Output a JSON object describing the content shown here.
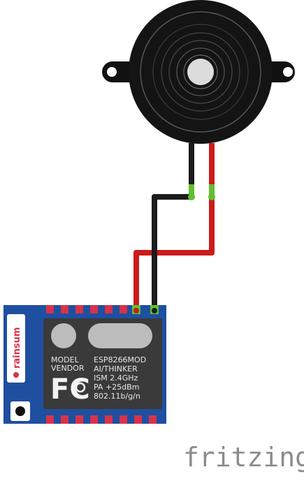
{
  "module": {
    "brand": "rainsum",
    "label_left": [
      "MODEL",
      "VENDOR"
    ],
    "label_right": [
      "ESP8266MOD",
      "AI/THINKER",
      "ISM 2.4GHz",
      "PA  +25dBm",
      "802.11b/g/n"
    ],
    "fcc_logo": "FC",
    "colors": {
      "board": "#1f4fa0",
      "shield": "#3a3a3a",
      "pad": "#d8324a"
    }
  },
  "buzzer": {
    "icon": "piezo-buzzer-icon",
    "color": "#111111"
  },
  "wires": {
    "black": "#1c1c1c",
    "red": "#cc1b1b",
    "connector_green": "#5fc02e"
  },
  "watermark": {
    "text": "fritzing",
    "color": "#8c8c8c"
  }
}
